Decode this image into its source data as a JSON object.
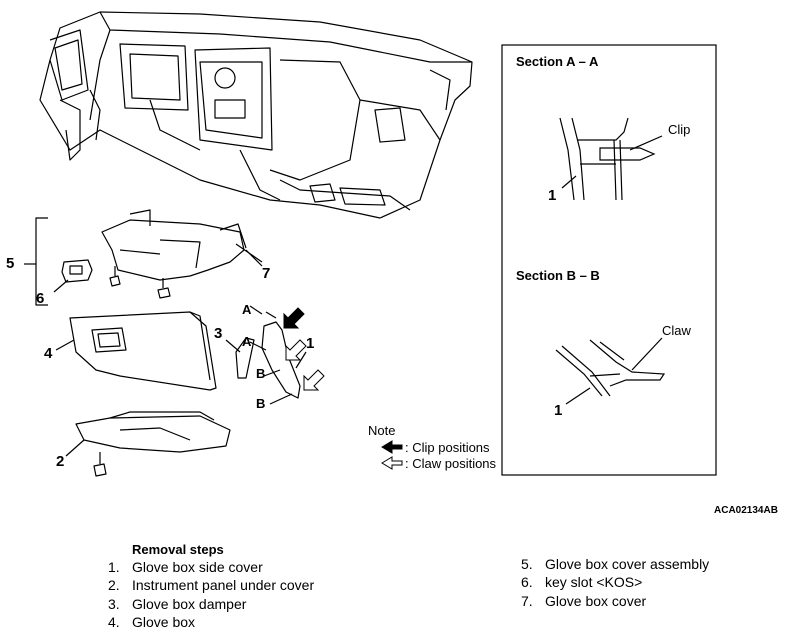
{
  "callouts": {
    "c1": "1",
    "c2": "2",
    "c3": "3",
    "c4": "4",
    "c5": "5",
    "c6": "6",
    "c7": "7",
    "a_top": "A",
    "a_bottom": "A",
    "b_top": "B",
    "b_bottom": "B",
    "sec_a_1": "1",
    "sec_b_1": "1"
  },
  "note": {
    "title": "Note",
    "clip": ": Clip positions",
    "claw": ": Claw positions"
  },
  "section_a": {
    "title": "Section A – A",
    "label": "Clip"
  },
  "section_b": {
    "title": "Section B – B",
    "label": "Claw"
  },
  "figure_id": "ACA02134AB",
  "removal": {
    "title": "Removal steps",
    "left": [
      {
        "num": "1.",
        "text": "Glove box side cover"
      },
      {
        "num": "2.",
        "text": "Instrument panel under cover"
      },
      {
        "num": "3.",
        "text": "Glove box damper"
      },
      {
        "num": "4.",
        "text": "Glove box"
      }
    ],
    "right": [
      {
        "num": "5.",
        "text": "Glove box cover assembly"
      },
      {
        "num": "6.",
        "text": "key slot <KOS>"
      },
      {
        "num": "7.",
        "text": "Glove box cover"
      }
    ]
  }
}
